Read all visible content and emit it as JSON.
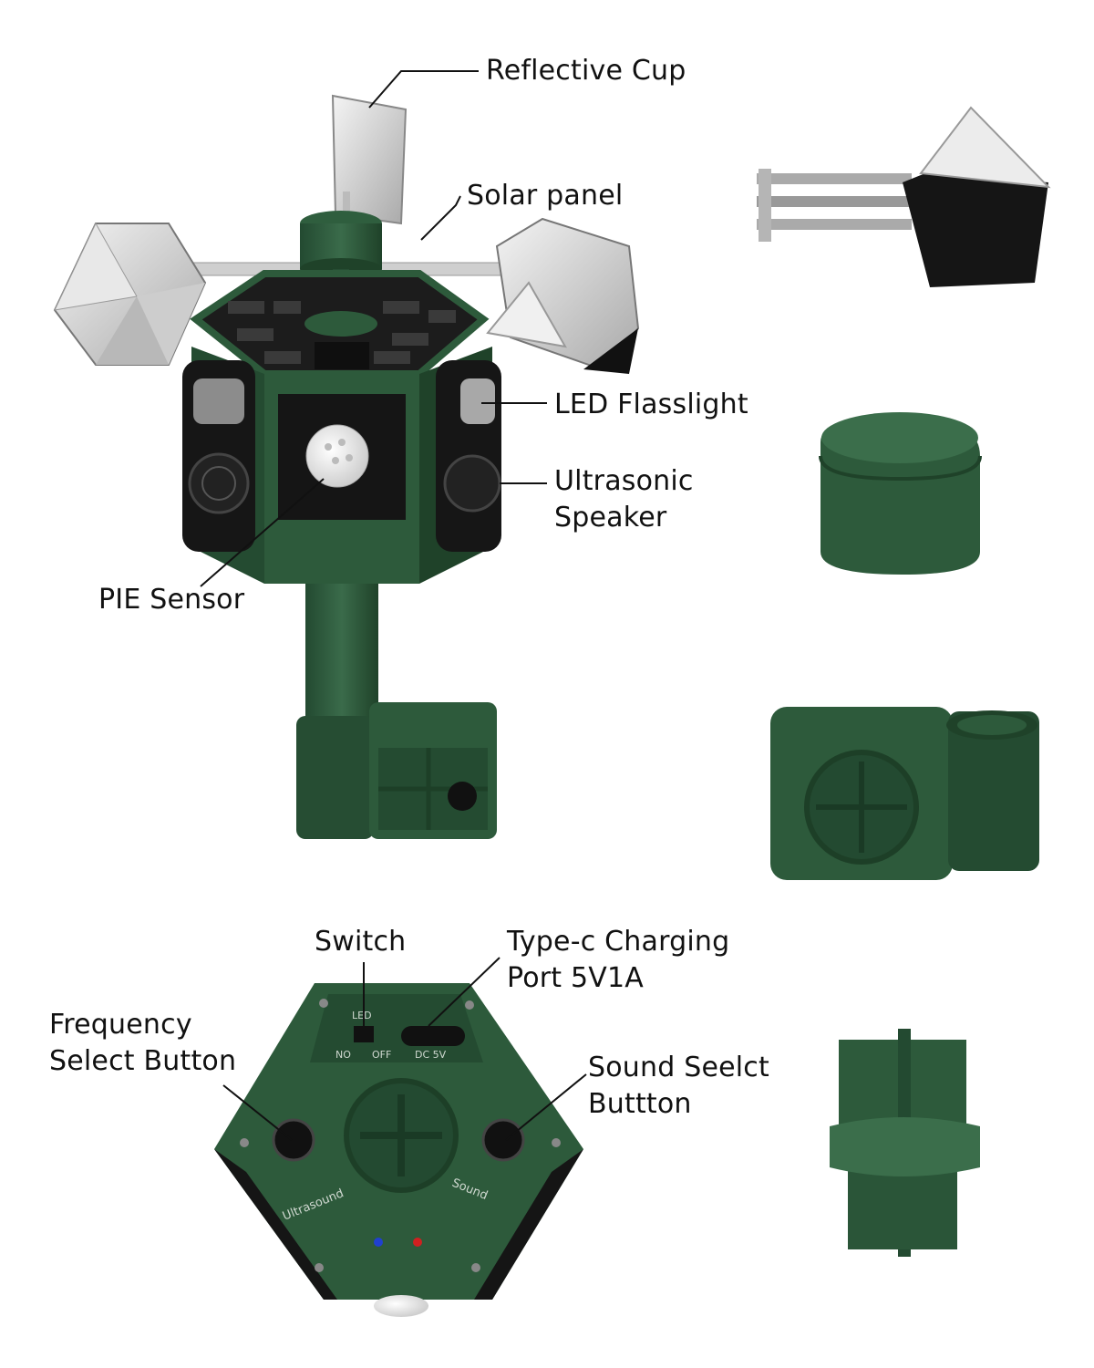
{
  "labels": {
    "reflective_cup": "Reflective Cup",
    "solar_panel": "Solar panel",
    "led_flashlight": "LED Flasslight",
    "ultrasonic_speaker_line1": "Ultrasonic",
    "ultrasonic_speaker_line2": "Speaker",
    "pie_sensor": "PIE Sensor",
    "switch": "Switch",
    "type_c_line1": "Type-c Charging",
    "type_c_line2": "Port 5V1A",
    "frequency_line1": "Frequency",
    "frequency_line2": "Select Button",
    "sound_line1": "Sound Seelct",
    "sound_line2": "Buttton"
  },
  "panel_text": {
    "led": "LED",
    "no": "NO",
    "off": "OFF",
    "dc5v": "DC 5V",
    "ultrasound": "Ultrasound",
    "sound": "Sound"
  },
  "colors": {
    "body_green": "#2d5a3b",
    "dark_green": "#1f4229",
    "black_part": "#1a1a1a",
    "silver": "#d8d8d8"
  }
}
